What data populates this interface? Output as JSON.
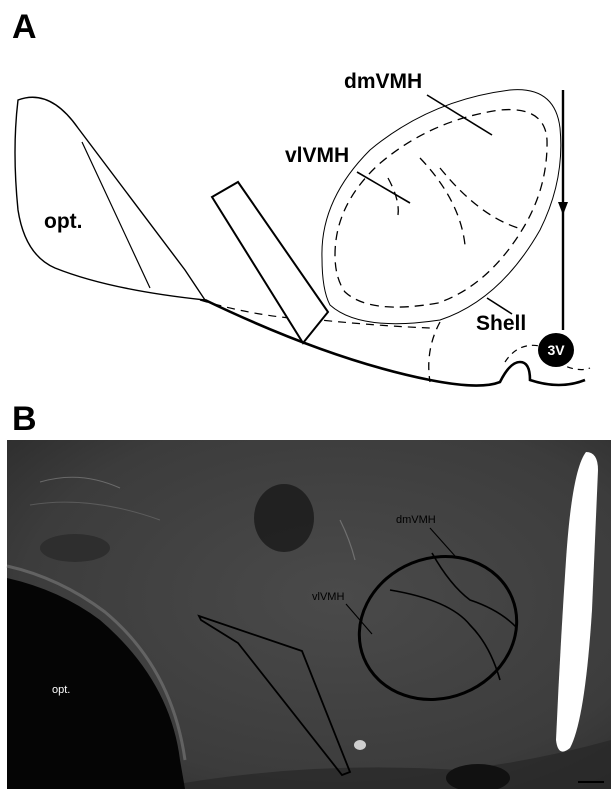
{
  "panel_a": {
    "letter": "A",
    "labels": {
      "opt": "opt.",
      "vlvmh": "vlVMH",
      "dmvmh": "dmVMH",
      "shell": "Shell",
      "third_ventricle": "3V"
    }
  },
  "panel_b": {
    "letter": "B",
    "labels": {
      "opt": "opt.",
      "vlvmh": "vlVMH",
      "dmvmh": "dmVMH"
    },
    "background_color": "#3f3f3f"
  }
}
